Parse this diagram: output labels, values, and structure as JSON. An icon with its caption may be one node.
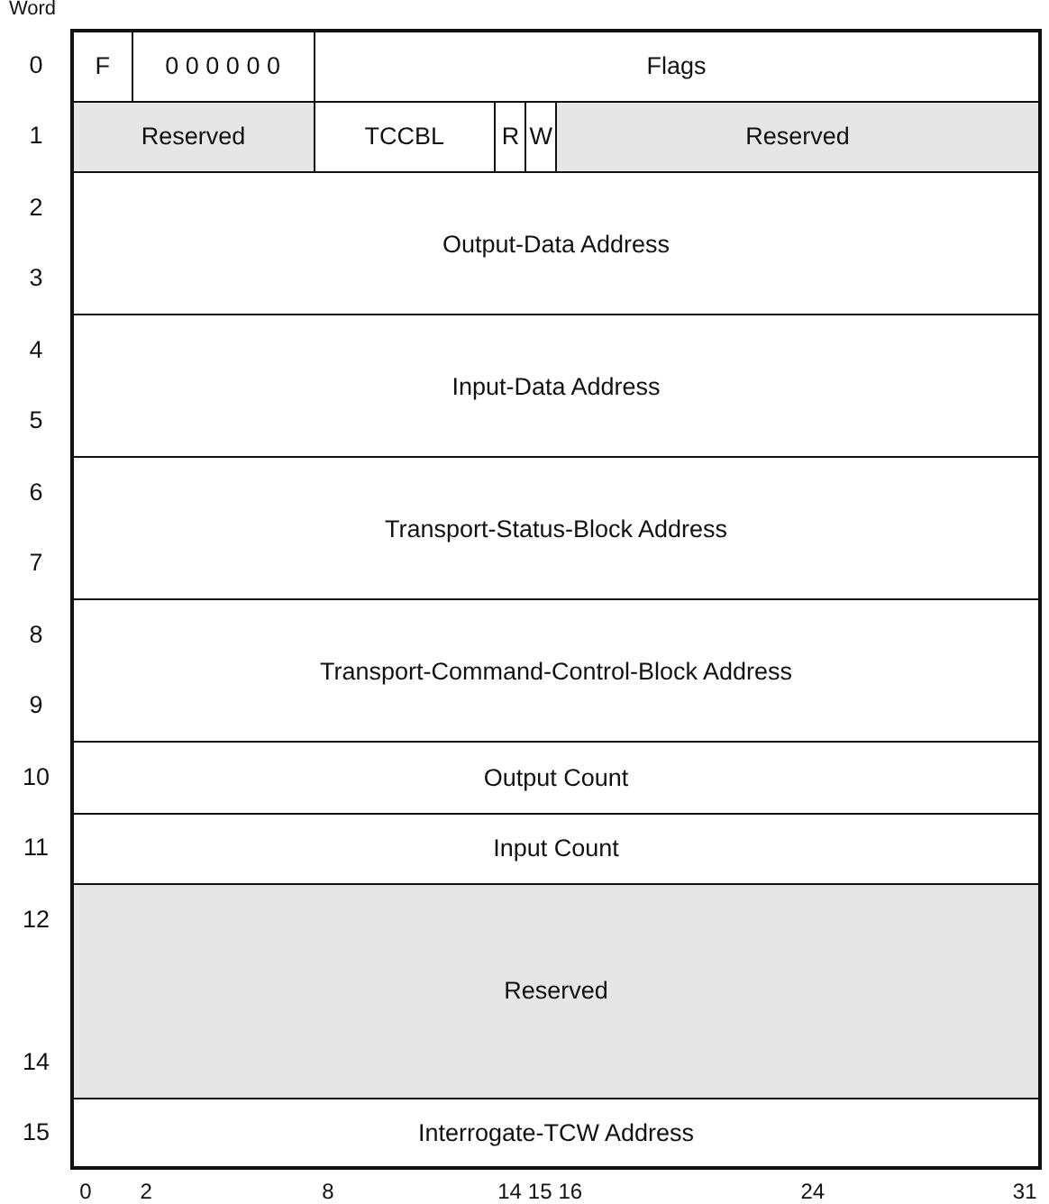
{
  "diagram": {
    "nodes": [
      {
        "text": [
          "F"
        ]
      },
      {
        "text": [
          "0 0 0 0 0 0"
        ]
      },
      {
        "text": [
          "Flags"
        ]
      },
      {
        "text": [
          "Reserved"
        ]
      },
      {
        "text": [
          "TCCBL"
        ]
      },
      {
        "text": [
          "R"
        ]
      },
      {
        "text": [
          "W"
        ]
      },
      {
        "text": [
          "Reserved"
        ]
      },
      {
        "text": [
          "Output-Data Address"
        ]
      },
      {
        "text": [
          "Input-Data Address"
        ]
      },
      {
        "text": [
          "Transport-Status-Block Address"
        ]
      },
      {
        "text": [
          "Transport-Command-Control-Block Address"
        ]
      },
      {
        "text": [
          "Output Count"
        ]
      },
      {
        "text": [
          "Input Count"
        ]
      },
      {
        "text": [
          "Reserved"
        ]
      },
      {
        "text": [
          "Interrogate-TCW Address"
        ]
      }
    ],
    "labels": [
      "Word",
      "0",
      "1",
      "2",
      "3",
      "4",
      "5",
      "6",
      "7",
      "8",
      "9",
      "10",
      "11",
      "12",
      "14",
      "15",
      "0",
      "2",
      "8",
      "14",
      "15",
      "16",
      "24",
      "31"
    ]
  }
}
